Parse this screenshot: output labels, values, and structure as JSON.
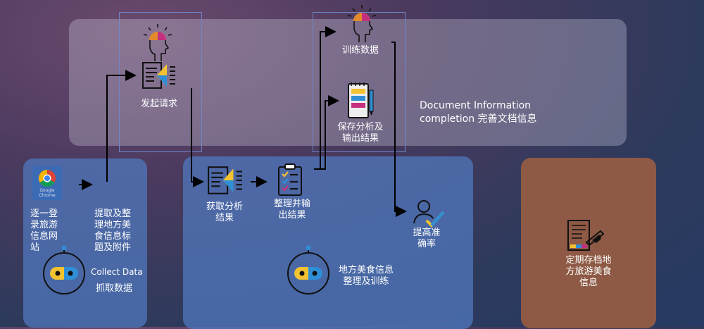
{
  "labels": {
    "initiate_request": "发起请求",
    "training_data": "训练数据",
    "save_analysis": "保存分析及\n输出结果",
    "document_info": "Document Information\ncompletion 完善文档信息",
    "visit_sites": "逐一登\n录旅游\n信息网\n站",
    "extract_info": "提取及整\n理地方美\n食信息标\n题及附件",
    "collect_data_en": "Collect Data",
    "collect_data_zh": "抓取数据",
    "get_analysis": "获取分析\n结果",
    "organize_output": "整理并输\n出结果",
    "improve_accuracy": "提高准\n确率",
    "organize_train": "地方美食信息\n整理及训练",
    "archive": "定期存档地\n方旅游美食\n信息"
  },
  "chrome": {
    "line1": "Google",
    "line2": "Chrome"
  },
  "colors": {
    "accent_yellow": "#f2c230",
    "accent_blue": "#2f8fd6",
    "accent_magenta": "#c4307e",
    "box_border": "#6f86c8"
  }
}
